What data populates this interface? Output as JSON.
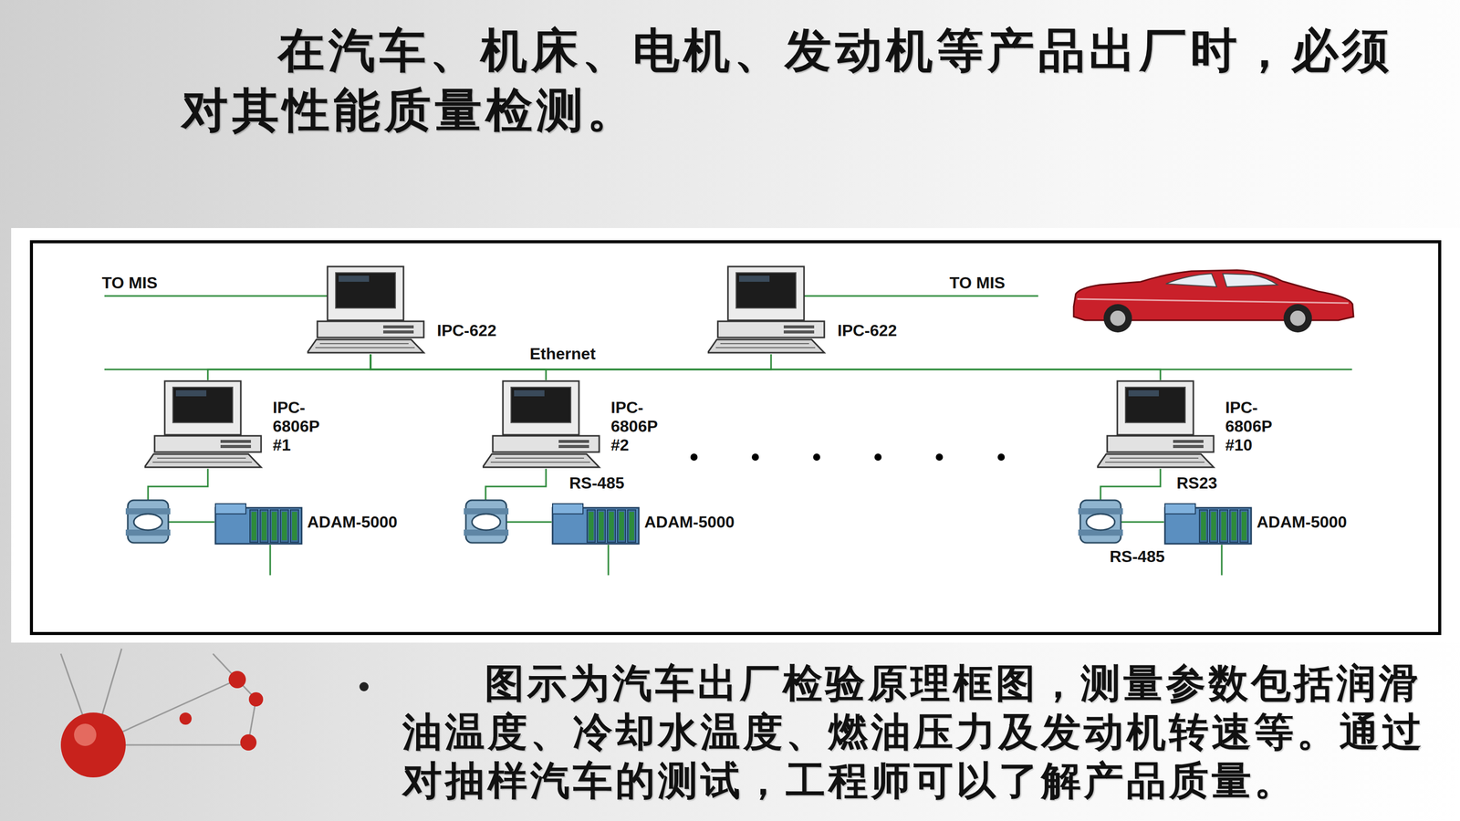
{
  "diagram": {
    "title": "在汽车、机床、电机、发动机等产品出厂时，必须对其性能质量检测。",
    "caption": "图示为汽车出厂检验原理框图，测量参数包括润滑油温度、冷却水温度、燃油压力及发动机转速等。通过对抽样汽车的测试，工程师可以了解产品质量。",
    "nodes": [
      {
        "text": [
          "IPC-622"
        ]
      },
      {
        "text": [
          "IPC-622"
        ]
      },
      {
        "text": [
          "IPC-6806P #1"
        ]
      },
      {
        "text": [
          "IPC-6806P #2"
        ]
      },
      {
        "text": [
          "IPC-6806P #10"
        ]
      },
      {
        "text": [
          "ADAM-5000"
        ]
      },
      {
        "text": [
          "ADAM-5000"
        ]
      },
      {
        "text": [
          "ADAM-5000"
        ]
      }
    ],
    "edges": [
      {
        "from": 0,
        "to": 1,
        "arrow": "none"
      },
      {
        "from": 0,
        "to": 2,
        "arrow": "none"
      },
      {
        "from": 0,
        "to": 3,
        "arrow": "none"
      },
      {
        "from": 0,
        "to": 4,
        "arrow": "none"
      },
      {
        "from": 2,
        "to": 5,
        "arrow": "none"
      },
      {
        "from": 3,
        "to": 6,
        "arrow": "none"
      },
      {
        "from": 4,
        "to": 7,
        "arrow": "none"
      }
    ],
    "labels": [
      "TO MIS",
      "TO MIS",
      "Ethernet",
      "RS-485",
      "RS23",
      "RS-485"
    ]
  }
}
